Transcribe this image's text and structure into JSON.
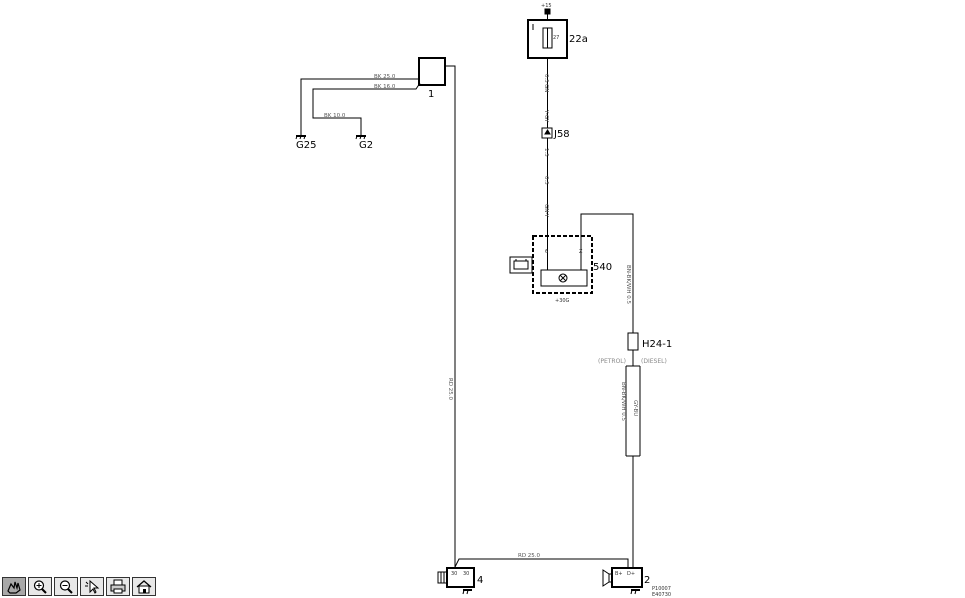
{
  "components": {
    "c22a": {
      "label": "22a",
      "pin": "27"
    },
    "j58": {
      "label": "J58"
    },
    "c540": {
      "label": "540",
      "pin_left": "6",
      "pin_right": "Z",
      "bottom_text": "+30G"
    },
    "c1": {
      "label": "1"
    },
    "h241": {
      "label": "H24-1"
    },
    "c4": {
      "label": "4",
      "pin_left": "30",
      "pin_right": "30"
    },
    "c2": {
      "label": "2",
      "pin_left": "B+",
      "pin_right": "D+"
    },
    "g25": {
      "label": "G25"
    },
    "g2": {
      "label": "G2"
    }
  },
  "supply": {
    "label": "+15"
  },
  "wires": {
    "bk25": "BK 25.0",
    "bk16": "BK 16.0",
    "bk10": "BK 10.0",
    "rd25_h": "RD 25.0",
    "rd25_v": "RD 25.0",
    "w22_a": "0.5",
    "w22_b": "GN",
    "w22_c": "Y-GY",
    "w58_a": "1.5",
    "w58_b": "0.5",
    "w58_c": "GN-Y",
    "w540": "BN-BK/WH 0.5",
    "w_h241_a": "BN-BK/WH 0.5",
    "w_h241_b": "GY-BU"
  },
  "variants": {
    "petrol": "(PETROL)",
    "diesel": "(DIESEL)"
  },
  "footer": {
    "line1": "P10007",
    "line2": "E40730"
  },
  "toolbar": [
    {
      "name": "pan-tool-button",
      "icon": "hand-icon",
      "active": true
    },
    {
      "name": "zoom-in-button",
      "icon": "zoom-in-icon",
      "active": false
    },
    {
      "name": "zoom-out-button",
      "icon": "zoom-out-icon",
      "active": false
    },
    {
      "name": "select-tool-button",
      "icon": "cursor-icon",
      "active": false
    },
    {
      "name": "print-button",
      "icon": "printer-icon",
      "active": false
    },
    {
      "name": "home-button",
      "icon": "home-icon",
      "active": false
    }
  ]
}
